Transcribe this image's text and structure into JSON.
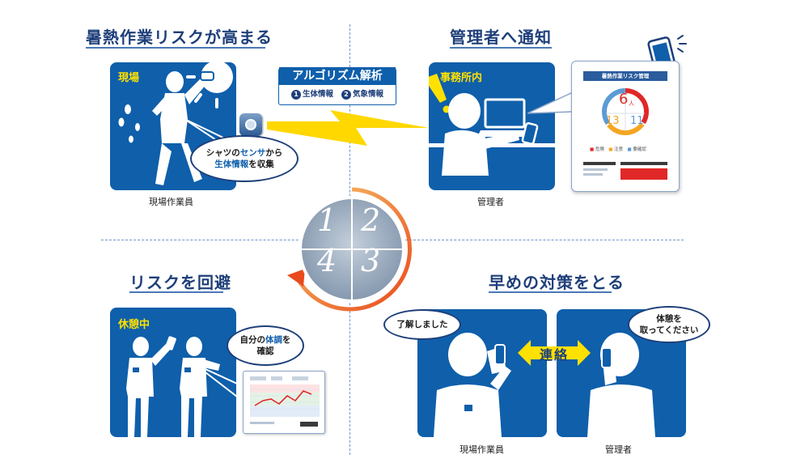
{
  "steps": {
    "s1": {
      "title": "暑熱作業リスクが高まる",
      "panel_label": "現場",
      "bubble_pre": "シャツの",
      "bubble_hl1": "センサ",
      "bubble_mid": "から",
      "bubble_hl2": "生体情報",
      "bubble_post": "を収集",
      "caption": "現場作業員"
    },
    "s2": {
      "title": "管理者へ通知",
      "panel_label": "事務所内",
      "caption": "管理者",
      "tablet": {
        "header": "暑熱作業リスク管理",
        "center_value": "6",
        "center_unit": "人",
        "left_value": "13",
        "right_value": "11",
        "legend": [
          "危険",
          "注意",
          "要確認"
        ]
      }
    },
    "s3": {
      "title": "早めの対策をとる",
      "worker_bubble": "了解しました",
      "manager_bubble": "体憩を\n取ってください",
      "contact_label": "連絡",
      "caption_worker": "現場作業員",
      "caption_manager": "管理者"
    },
    "s4": {
      "title": "リスクを回避",
      "panel_label": "休憩中",
      "bubble_pre": "自分の",
      "bubble_hl": "体調",
      "bubble_post": "を\n確認"
    }
  },
  "algorithm": {
    "title": "アルゴリズム解析",
    "item1_num": "1",
    "item1_label": "生体情報",
    "item2_num": "2",
    "item2_label": "気象情報"
  },
  "cycle": {
    "n1": "1",
    "n2": "2",
    "n3": "3",
    "n4": "4"
  },
  "colors": {
    "panel_blue": "#0f5fab",
    "title_navy": "#1e3f7a",
    "label_yellow": "#ffe100",
    "alert_red": "#e02828",
    "cycle_orange": "#f08a1c",
    "cycle_gray": "#8ea2b8"
  }
}
